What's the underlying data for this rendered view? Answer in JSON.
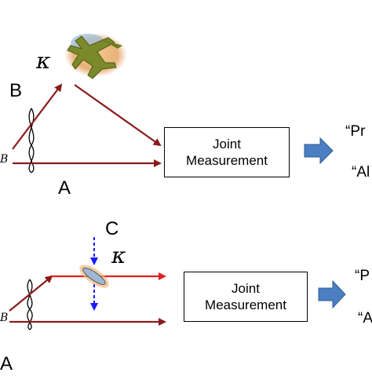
{
  "top": {
    "label_b": "B",
    "label_a": "A",
    "label_kappa": "κ",
    "label_source": "B",
    "box_line1": "Joint",
    "box_line2": "Measurement",
    "quote_1": "“Pr",
    "quote_2": "“Al"
  },
  "bottom": {
    "label_c": "C",
    "label_kappa": "κ",
    "label_source": "B",
    "label_a": "A",
    "box_line1": "Joint",
    "box_line2": "Measurement",
    "quote_1": "“P",
    "quote_2": "“A"
  },
  "colors": {
    "arrow_dark_red": "#8b1a1a",
    "arrow_red": "#e02020",
    "arrow_blue": "#1a1aff",
    "output_arrow": "#4a7fc1",
    "airplane": "#7a8a2a",
    "halo": "#e8c090"
  }
}
